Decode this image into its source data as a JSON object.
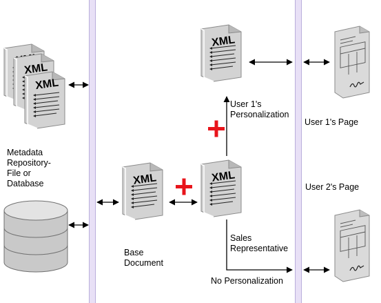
{
  "doc_label": "XML",
  "labels": {
    "metadata": "Metadata\nRepository-\nFile or\nDatabase",
    "base_document": "Base\nDocument",
    "user1_personalization": "User 1's\nPersonalization",
    "sales_rep": "Sales\nRepresentative",
    "no_personalization": "No Personalization",
    "user1_page": "User 1's Page",
    "user2_page": "User 2's Page"
  },
  "colors": {
    "plus": "#e8141b",
    "bar_fill": "#e8e0f6",
    "doc_fill": "#d9d9d9",
    "page_fill": "#dcdcdc"
  }
}
